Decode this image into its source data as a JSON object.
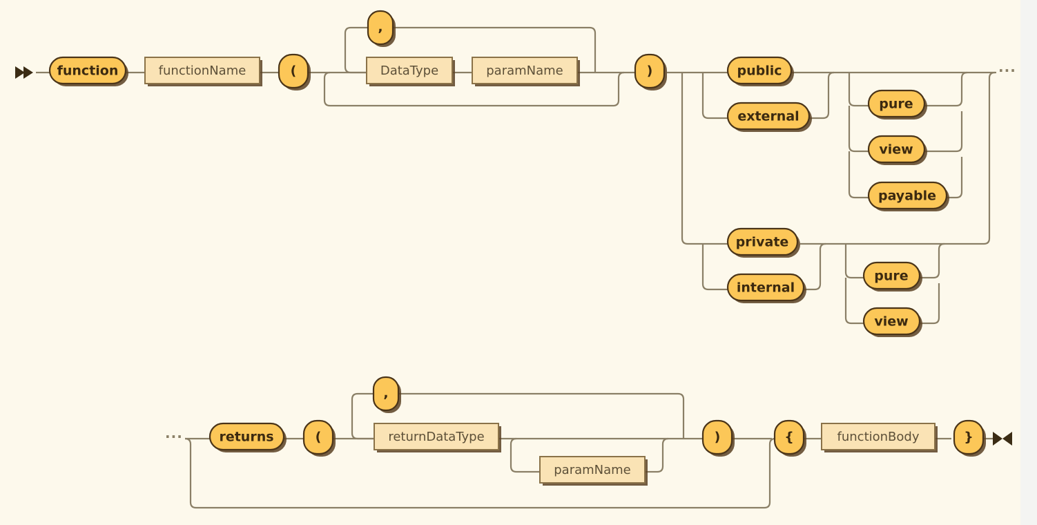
{
  "diagram": {
    "title": "function definition railroad diagram",
    "type": "railroad-syntax-diagram",
    "colors": {
      "background": "#fdf9ec",
      "terminal_fill": "#fcc758",
      "terminal_stroke": "#4a3418",
      "nonterminal_fill": "#fae3b5",
      "nonterminal_stroke": "#8a7248",
      "rail": "#8a7f66",
      "shadow": "#5a4224",
      "gutter": "#f4f4f2"
    },
    "markers": {
      "start": "start-double-arrow",
      "end": "end-bowtie",
      "continuation": "..."
    }
  },
  "row1": {
    "kw_function": "function",
    "nt_functionName": "functionName",
    "t_lparen": "(",
    "t_comma": ",",
    "nt_DataType": "DataType",
    "nt_paramName": "paramName",
    "t_rparen": ")",
    "kw_public": "public",
    "kw_external": "external",
    "kw_pure": "pure",
    "kw_view": "view",
    "kw_payable": "payable",
    "kw_private": "private",
    "kw_internal": "internal",
    "kw_pure2": "pure",
    "kw_view2": "view",
    "continuation_right": "..."
  },
  "row2": {
    "continuation_left": "...",
    "kw_returns": "returns",
    "t_lparen": "(",
    "t_comma": ",",
    "nt_returnDataType": "returnDataType",
    "nt_paramName": "paramName",
    "t_rparen": ")",
    "t_lbrace": "{",
    "nt_functionBody": "functionBody",
    "t_rbrace": "}"
  }
}
